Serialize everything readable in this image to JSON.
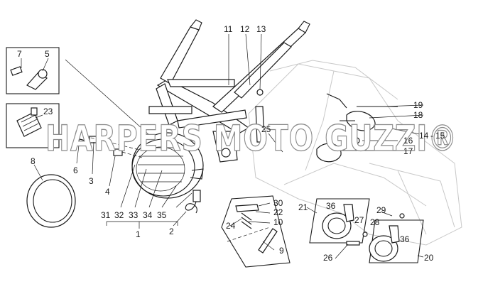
{
  "watermark": "HARPERS MOTO GUZZI®",
  "callouts": {
    "n1": "1",
    "n2": "2",
    "n3": "3",
    "n4": "4",
    "n5": "5",
    "n6": "6",
    "n7": "7",
    "n8": "8",
    "n9": "9",
    "n10": "10",
    "n11": "11",
    "n12": "12",
    "n13": "13",
    "n14": "14",
    "n15": "15",
    "n16": "16",
    "n17": "17",
    "n18": "18",
    "n19": "19",
    "n20": "20",
    "n21": "21",
    "n22": "22",
    "n23": "23",
    "n24": "24",
    "n25": "25",
    "n26": "26",
    "n27": "27",
    "n28": "28",
    "n29": "29",
    "n30": "30",
    "n31": "31",
    "n32": "32",
    "n33": "33",
    "n34": "34",
    "n35": "35",
    "n36a": "36",
    "n36b": "36",
    "dash_14_15": "-"
  }
}
